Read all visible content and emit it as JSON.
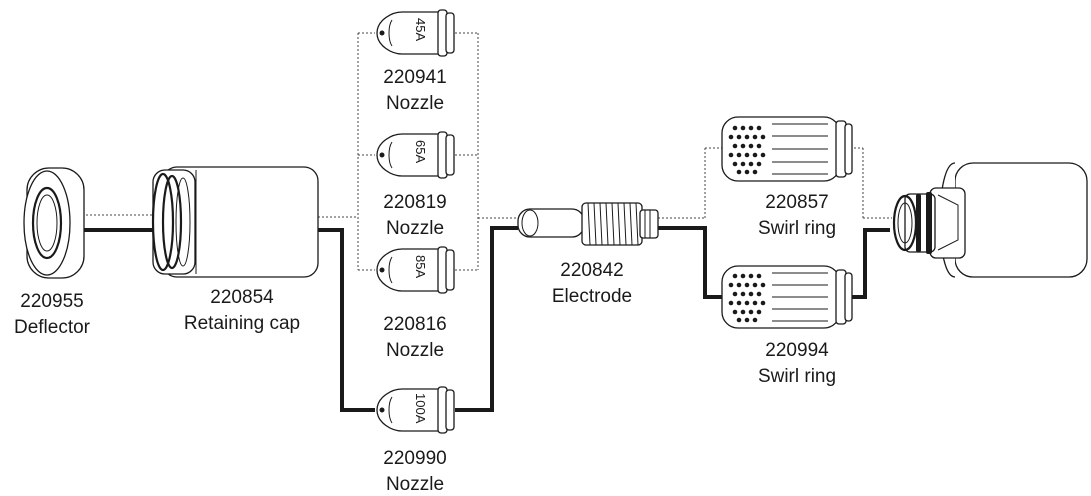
{
  "parts": [
    {
      "id": "deflector",
      "number": "220955",
      "name": "Deflector"
    },
    {
      "id": "retaining_cap",
      "number": "220854",
      "name": "Retaining cap"
    },
    {
      "id": "nozzle_45",
      "number": "220941",
      "name": "Nozzle",
      "amp": "45A"
    },
    {
      "id": "nozzle_65",
      "number": "220819",
      "name": "Nozzle",
      "amp": "65A"
    },
    {
      "id": "nozzle_85",
      "number": "220816",
      "name": "Nozzle",
      "amp": "85A"
    },
    {
      "id": "nozzle_100",
      "number": "220990",
      "name": "Nozzle",
      "amp": "100A"
    },
    {
      "id": "electrode",
      "number": "220842",
      "name": "Electrode"
    },
    {
      "id": "swirl_ring_a",
      "number": "220857",
      "name": "Swirl ring"
    },
    {
      "id": "swirl_ring_b",
      "number": "220994",
      "name": "Swirl ring"
    }
  ],
  "connections": {
    "solid_path": [
      "220955",
      "220854",
      "220990",
      "220842",
      "220994",
      "torch"
    ],
    "dotted_alternatives": [
      "220941",
      "220819",
      "220816",
      "220857"
    ]
  }
}
